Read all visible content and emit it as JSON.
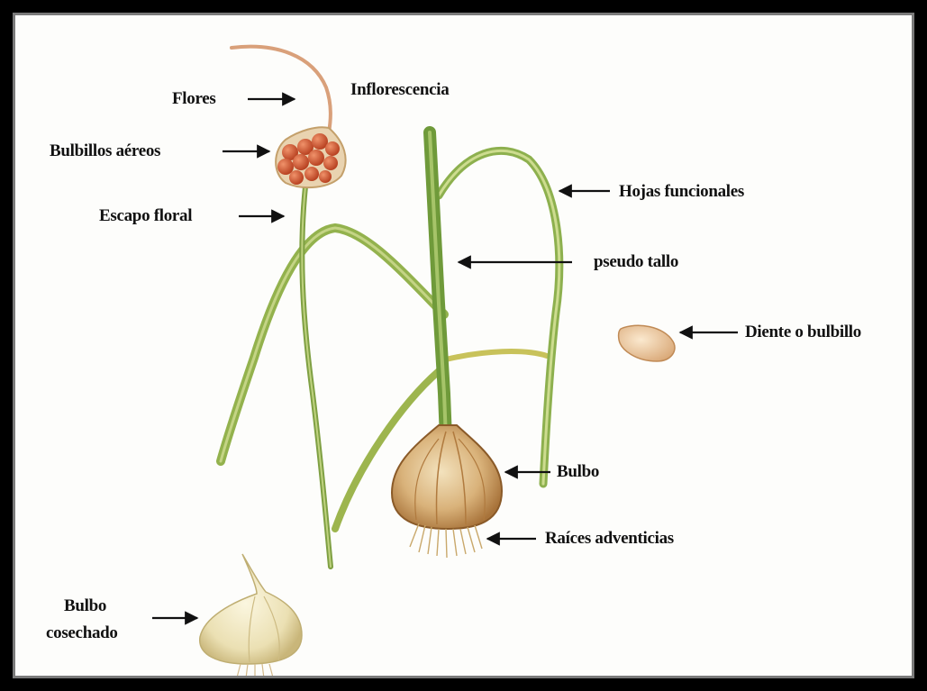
{
  "diagram": {
    "labels": {
      "flores": "Flores",
      "inflorescencia": "Inflorescencia",
      "bulbillos_aereos": "Bulbillos aéreos",
      "escapo_floral": "Escapo floral",
      "hojas_funcionales": "Hojas funcionales",
      "pseudo_tallo": "pseudo tallo",
      "diente_o_bulbillo": "Diente o bulbillo",
      "bulbo": "Bulbo",
      "raices_adventicias": "Raíces adventicias",
      "bulbo_cosechado_line1": "Bulbo",
      "bulbo_cosechado_line2": "cosechado"
    },
    "colors": {
      "frame": "#000000",
      "background": "#fdfdfb",
      "stem": "#6f9a3a",
      "leaf": "#8fb04a",
      "bulb": "#d9b27a",
      "bulbil": "#d2572e",
      "text": "#111111"
    }
  }
}
